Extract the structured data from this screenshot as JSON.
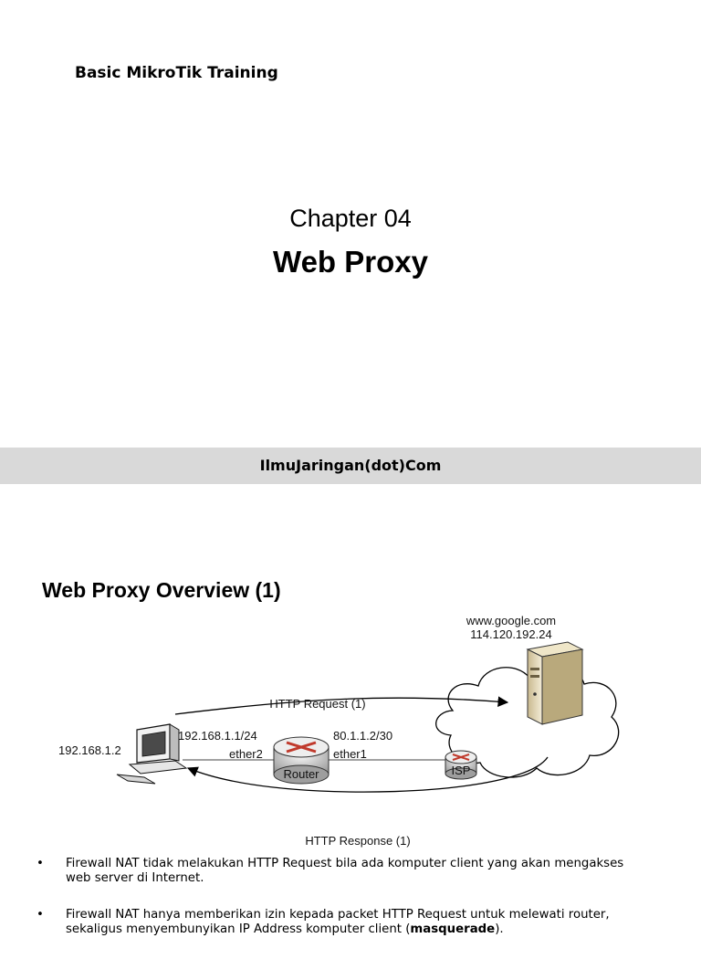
{
  "slide1": {
    "course_title": "Basic MikroTik Training",
    "chapter": "Chapter 04",
    "chapter_title": "Web Proxy",
    "footer": "IlmuJaringan(dot)Com"
  },
  "slide2": {
    "title": "Web Proxy Overview (1)",
    "diagram": {
      "server_host": "www.google.com",
      "server_ip": "114.120.192.24",
      "request_label": "HTTP Request (1)",
      "response_label": "HTTP Response (1)",
      "client_ip": "192.168.1.2",
      "lan_ip": "192.168.1.1/24",
      "lan_iface": "ether2",
      "wan_ip": "80.1.1.2/30",
      "wan_iface": "ether1",
      "router_label": "Router",
      "isp_label": "ISP"
    },
    "bullets": [
      {
        "marker": "•",
        "line1": "Firewall NAT tidak melakukan HTTP Request bila ada komputer client yang akan mengakses",
        "line2": "web server di Internet."
      },
      {
        "marker": "•",
        "line1": "Firewall NAT hanya memberikan izin kepada packet HTTP Request untuk melewati router,",
        "line2_prefix": "sekaligus menyembunyikan IP Address komputer client (",
        "line2_emphasis": "masquerade",
        "line2_suffix": ")."
      }
    ]
  }
}
